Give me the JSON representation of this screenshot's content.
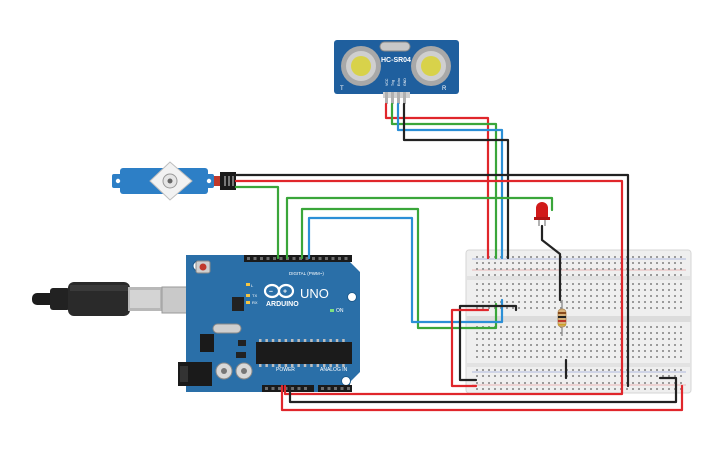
{
  "colors": {
    "background": "#ffffff",
    "arduino_board": "#2a6fa8",
    "sensor_board": "#1f5f9e",
    "servo_body": "#2d7fc6",
    "breadboard": "#eeeeee",
    "wire_red": "#e0262b",
    "wire_black": "#222222",
    "wire_green": "#3aa63a",
    "wire_blue": "#2b8fd6",
    "led_red": "#d11a1a"
  },
  "sensor": {
    "model": "HC-SR04",
    "left_mark": "T",
    "right_mark": "R",
    "pins": [
      "VCC",
      "Trig",
      "Echo",
      "GND"
    ]
  },
  "arduino": {
    "brand": "ARDUINO",
    "model": "UNO",
    "digital_label": "DIGITAL (PWM~)",
    "analog_label": "ANALOG IN",
    "power_label": "POWER",
    "on_label": "ON",
    "tx_label": "TX",
    "rx_label": "RX",
    "l_label": "L"
  },
  "icons": [
    "usb-cable-icon",
    "servo-motor-icon",
    "led-icon",
    "resistor-icon"
  ]
}
